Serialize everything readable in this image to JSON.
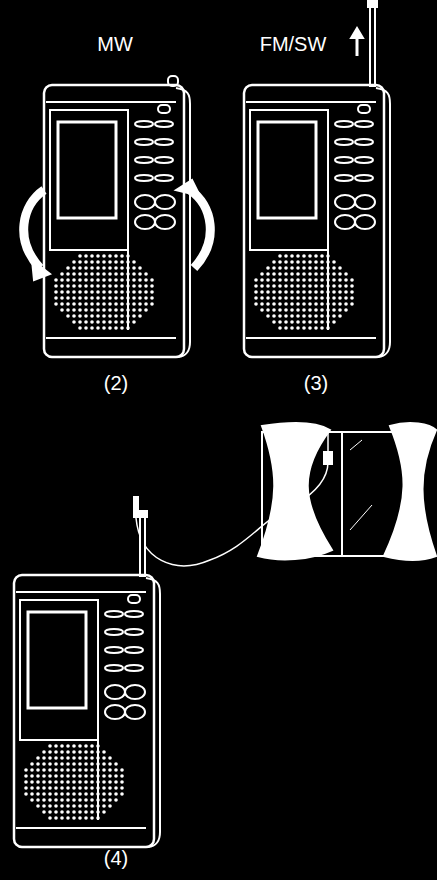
{
  "diagram": {
    "labels": [
      "MW",
      "FM/SW",
      "(2)",
      "(3)",
      "(4)"
    ]
  }
}
